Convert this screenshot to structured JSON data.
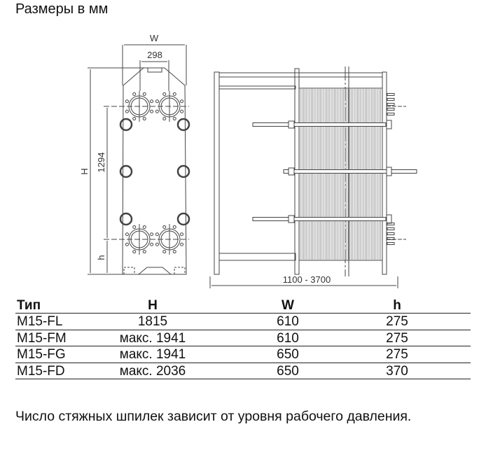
{
  "title": "Размеры в мм",
  "drawing": {
    "w_label": "W",
    "port_spacing": "298",
    "h_total_label": "H",
    "port_vertical": "1294",
    "h_label": "h",
    "length": "1100 - 3700"
  },
  "table": {
    "headers": [
      "Тип",
      "H",
      "W",
      "h"
    ],
    "rows": [
      [
        "M15-FL",
        "1815",
        "610",
        "275"
      ],
      [
        "M15-FM",
        "макс. 1941",
        "610",
        "275"
      ],
      [
        "M15-FG",
        "макс. 1941",
        "650",
        "275"
      ],
      [
        "M15-FD",
        "макс. 2036",
        "650",
        "370"
      ]
    ]
  },
  "note": "Число стяжных шпилек зависит от уровня рабочего давления."
}
